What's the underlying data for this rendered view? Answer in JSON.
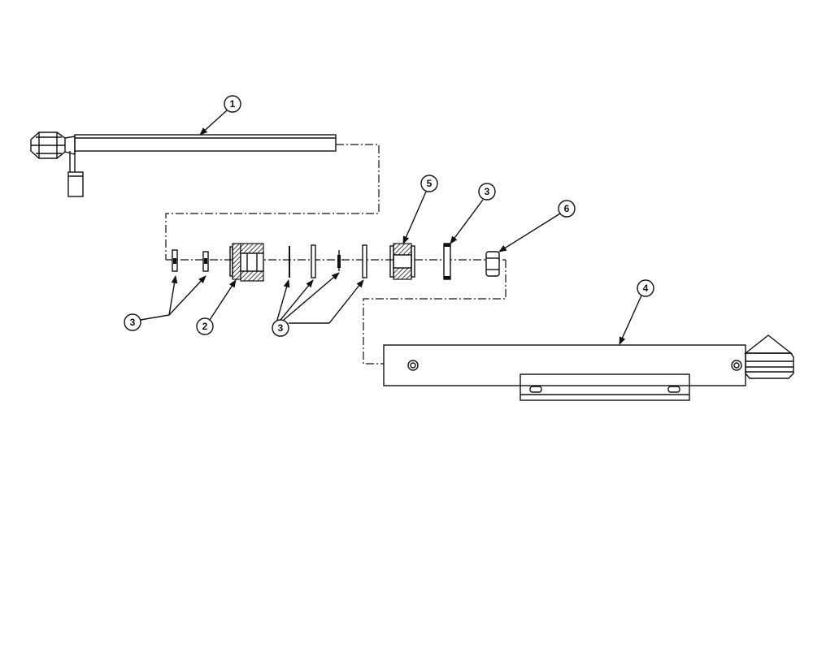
{
  "diagram": {
    "callouts": [
      {
        "id": "c1",
        "label": "1"
      },
      {
        "id": "c2",
        "label": "2"
      },
      {
        "id": "c3a",
        "label": "3"
      },
      {
        "id": "c3b",
        "label": "3"
      },
      {
        "id": "c3c",
        "label": "3"
      },
      {
        "id": "c4",
        "label": "4"
      },
      {
        "id": "c5",
        "label": "5"
      },
      {
        "id": "c6",
        "label": "6"
      }
    ]
  }
}
